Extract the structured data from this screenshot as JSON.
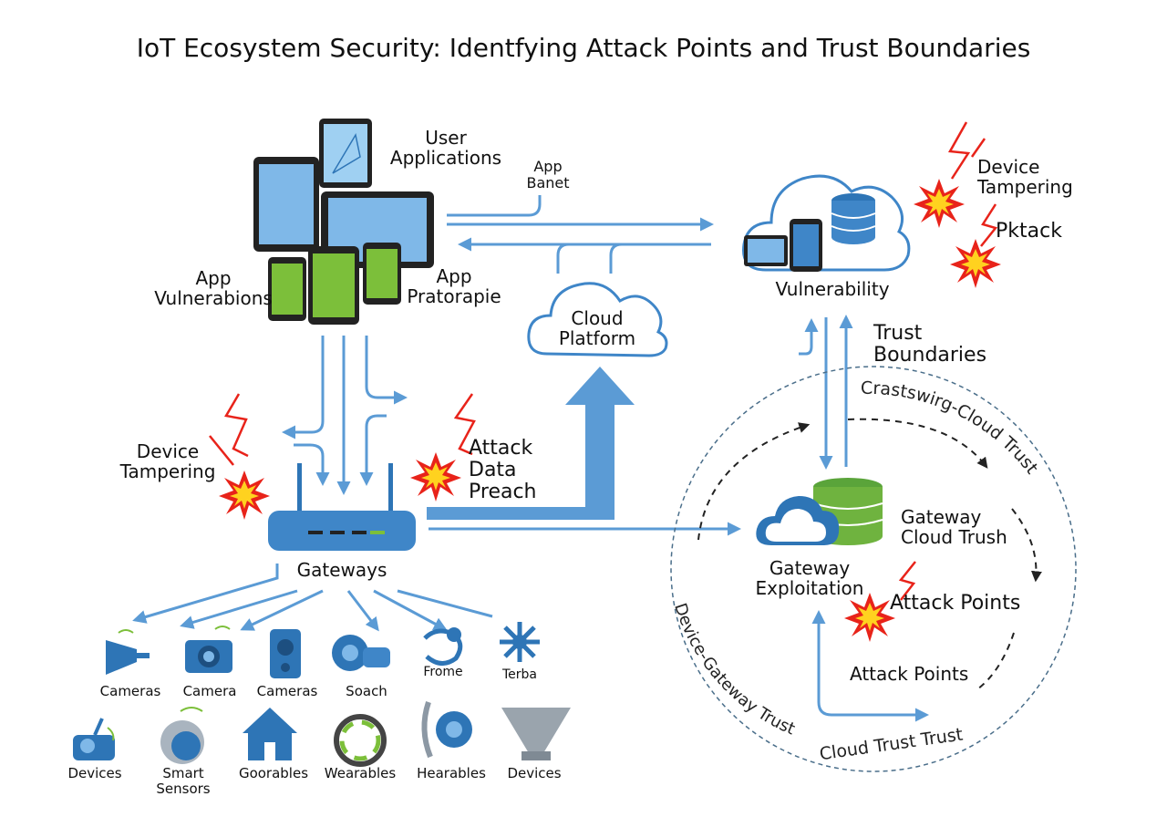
{
  "title": "IoT Ecosystem Security: Identfying Attack Points and Trust Boundaries",
  "labels": {
    "user_applications": [
      "User",
      "Applications"
    ],
    "app_banet": [
      "App",
      "Banet"
    ],
    "app_vulnerabions": [
      "App",
      "Vulnerabions"
    ],
    "app_pratorapie": [
      "App",
      "Pratorapie"
    ],
    "cloud_platform": [
      "Cloud",
      "Platform"
    ],
    "vulnerability": "Vulnerability",
    "device_tampering_top": [
      "Device",
      "Tampering"
    ],
    "pktack": "Pktack",
    "trust_boundaries": [
      "Trust",
      "Boundaries"
    ],
    "device_tampering_left": [
      "Device",
      "Tampering"
    ],
    "attack_data_preach": [
      "Attack",
      "Data",
      "Preach"
    ],
    "gateways": "Gateways",
    "gateway_cloud_trush": [
      "Gateway",
      "Cloud Trush"
    ],
    "gateway_exploitation": [
      "Gateway",
      "Exploitation"
    ],
    "attack_points_1": "Attack Points",
    "attack_points_2": "Attack Points",
    "arc_top": "Crastswirg-Cloud Trust",
    "arc_left": "Device-Gateway Trust",
    "arc_bottom": "Cloud Trust Trust"
  },
  "devices_row1": [
    "Cameras",
    "Camera",
    "Cameras",
    "Soach",
    "Frome",
    "Terba"
  ],
  "devices_row2": [
    "Devices",
    "Smart Sensors",
    "Goorables",
    "Wearables",
    "Hearables",
    "Devices"
  ],
  "colors": {
    "arrow": "#5b9bd5",
    "arrow_dark": "#3f86c8",
    "device_blue": "#2e75b6",
    "screen_blue": "#7fb8e8",
    "phone_green": "#7cbf3a",
    "db_green": "#6fb33f",
    "explosion_outer": "#e8231a",
    "explosion_inner": "#ffd21f",
    "trust_dash": "#4a6e8a"
  }
}
